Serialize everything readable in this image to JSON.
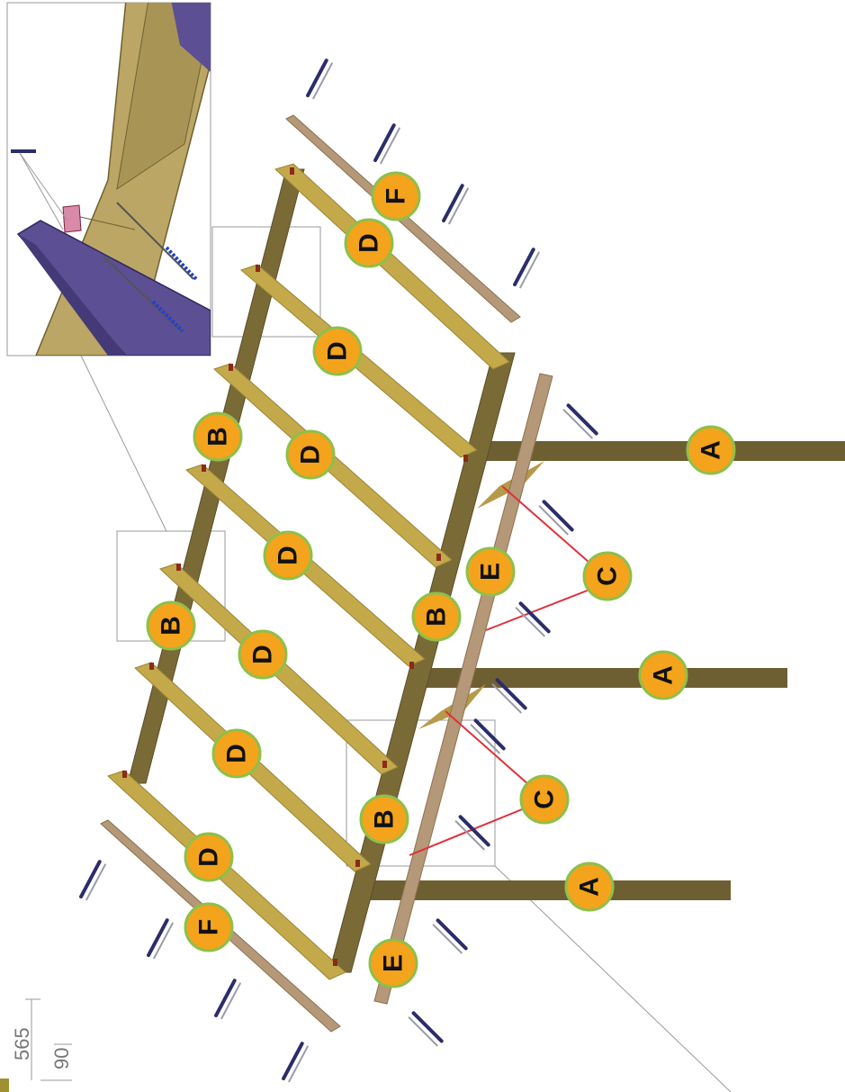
{
  "colors": {
    "post": "#6e5f33",
    "beam": "#7a6a36",
    "rafter": "#c3a94a",
    "rafter_edge": "#9a8436",
    "board": "#b59878",
    "screw": "#2b2d6b",
    "bracket": "#8b2a1a",
    "leader": "#e0303a",
    "label_fill": "#f4a31c",
    "label_ring": "#8cc04b",
    "detail_frame": "#9a9a9a",
    "inset_board": "#5c4f93",
    "inset_wood": "#bba665"
  },
  "labels": {
    "A": "A",
    "B": "B",
    "C": "C",
    "D": "D",
    "E": "E",
    "F": "F"
  },
  "dimensions": {
    "height_value": "565",
    "width_value": "90"
  },
  "icons": {
    "screw": "screw-icon",
    "bracket": "angle-bracket-icon"
  }
}
